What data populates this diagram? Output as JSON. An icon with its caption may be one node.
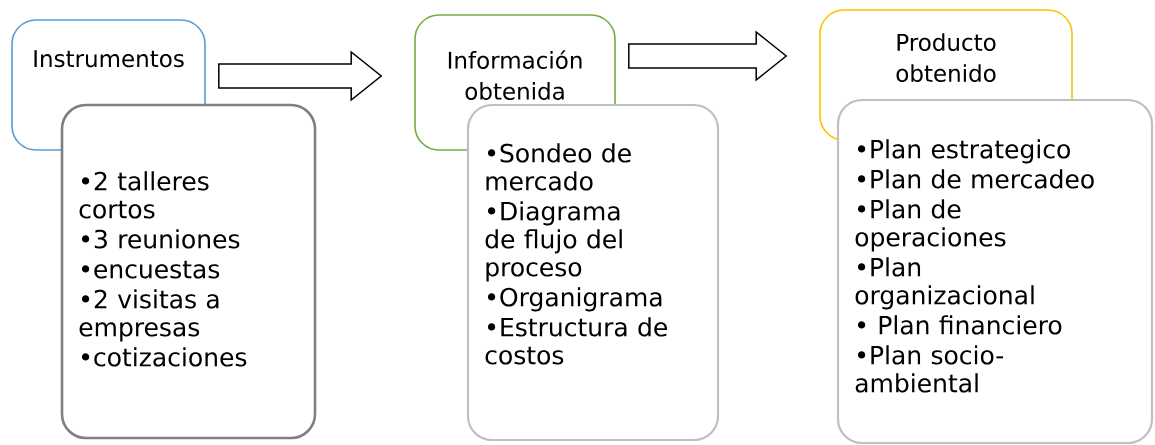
{
  "diagram": {
    "nodes": [
      {
        "text": [
          "Instrumentos"
        ]
      },
      {
        "text": [
          "•2 talleres cortos",
          "•3 reuniones",
          "•encuestas",
          "•2 visitas a empresas",
          "•cotizaciones"
        ]
      },
      {
        "text": [
          "Información obtenida"
        ]
      },
      {
        "text": [
          "•Sondeo de mercado",
          "•Diagrama de flujo del proceso",
          "•Organigrama",
          "•Estructura de costos"
        ]
      },
      {
        "text": [
          "Producto obtenido"
        ]
      },
      {
        "text": [
          "•Plan estrategico",
          "•Plan de mercadeo",
          "•Plan de operaciones",
          "•Plan organizacional",
          "• Plan financiero",
          "•Plan socio-ambiental"
        ]
      }
    ],
    "edges": [
      {
        "from": 0,
        "to": 2,
        "arrow": "to"
      },
      {
        "from": 2,
        "to": 4,
        "arrow": "to"
      }
    ]
  }
}
